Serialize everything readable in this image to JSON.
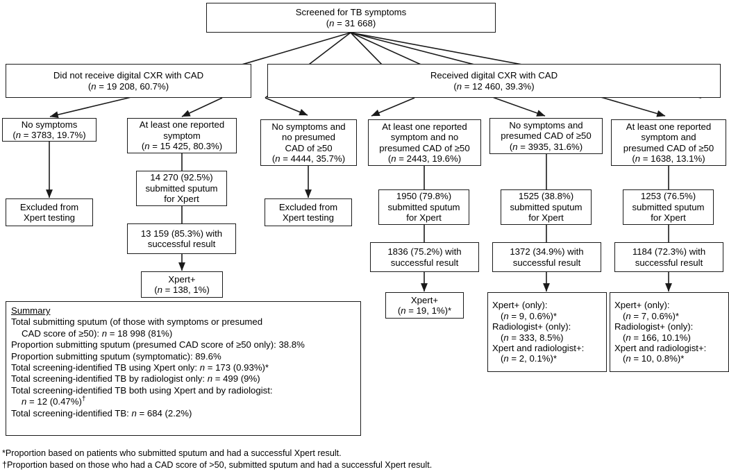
{
  "figure": {
    "type": "flowchart",
    "description": "TB screening cascade flow diagram"
  },
  "nodes": {
    "screened": {
      "name": "screened-for-tb-symptoms",
      "lines": [
        "Screened for TB symptoms",
        "(n = 31 668)"
      ]
    },
    "no_cxr": {
      "name": "did-not-receive-cxr-cad",
      "lines": [
        "Did not receive digital CXR with CAD",
        "(n = 19 208, 60.7%)"
      ]
    },
    "received_cxr": {
      "name": "received-cxr-cad",
      "lines": [
        "Received digital CXR with CAD",
        "(n = 12 460, 39.3%)"
      ]
    },
    "c1": {
      "name": "no-symptoms",
      "lines": [
        "No symptoms",
        "(n = 3783, 19.7%)"
      ]
    },
    "c2": {
      "name": "at-least-one-reported-symptom",
      "lines": [
        "At least one reported",
        "symptom",
        "(n = 15 425, 80.3%)"
      ]
    },
    "c3": {
      "name": "no-symptoms-no-presumed-cad",
      "lines": [
        "No symptoms and",
        "no presumed",
        "CAD of ≥50",
        "(n = 4444, 35.7%)"
      ]
    },
    "c4": {
      "name": "symptom-no-presumed-cad",
      "lines": [
        "At least one reported",
        "symptom and no",
        "presumed CAD of ≥50",
        "(n = 2443, 19.6%)"
      ]
    },
    "c5": {
      "name": "no-symptoms-presumed-cad",
      "lines": [
        "No symptoms and",
        "presumed CAD of ≥50",
        "(n = 3935, 31.6%)"
      ]
    },
    "c6": {
      "name": "symptom-presumed-cad",
      "lines": [
        "At least one reported",
        "symptom and",
        "presumed CAD of ≥50",
        "(n = 1638, 13.1%)"
      ]
    },
    "excl1": {
      "name": "excluded-from-xpert-testing-1",
      "lines": [
        "Excluded from",
        "Xpert testing"
      ]
    },
    "excl2": {
      "name": "excluded-from-xpert-testing-2",
      "lines": [
        "Excluded from",
        "Xpert testing"
      ]
    },
    "s2": {
      "name": "submitted-sputum-c2",
      "lines": [
        "14 270 (92.5%)",
        "submitted sputum",
        "for Xpert"
      ]
    },
    "r2": {
      "name": "successful-result-c2",
      "lines": [
        "13 159 (85.3%) with",
        "successful result"
      ]
    },
    "x2": {
      "name": "xpert-positive-c2",
      "lines": [
        "Xpert+",
        "(n = 138, 1%)"
      ]
    },
    "s4": {
      "name": "submitted-sputum-c4",
      "lines": [
        "1950 (79.8%)",
        "submitted sputum",
        "for Xpert"
      ]
    },
    "r4": {
      "name": "successful-result-c4",
      "lines": [
        "1836 (75.2%) with",
        "successful result"
      ]
    },
    "x4": {
      "name": "xpert-positive-c4",
      "lines": [
        "Xpert+",
        "(n = 19, 1%)*"
      ]
    },
    "s5": {
      "name": "submitted-sputum-c5",
      "lines": [
        "1525 (38.8%)",
        "submitted sputum",
        "for Xpert"
      ]
    },
    "r5": {
      "name": "successful-result-c5",
      "lines": [
        "1372 (34.9%) with",
        "successful result"
      ]
    },
    "x5": {
      "name": "results-breakdown-c5",
      "lines": [
        "Xpert+ (only):",
        "(n = 9, 0.6%)*",
        "Radiologist+ (only):",
        "(n = 333, 8.5%)",
        "Xpert and radiologist+:",
        "(n = 2, 0.1%)*"
      ]
    },
    "s6": {
      "name": "submitted-sputum-c6",
      "lines": [
        "1253 (76.5%)",
        "submitted sputum",
        "for Xpert"
      ]
    },
    "r6": {
      "name": "successful-result-c6",
      "lines": [
        "1184 (72.3%) with",
        "successful result"
      ]
    },
    "x6": {
      "name": "results-breakdown-c6",
      "lines": [
        "Xpert+ (only):",
        "(n = 7, 0.6%)*",
        "Radiologist+ (only):",
        "(n = 166, 10.1%)",
        "Xpert and radiologist+:",
        "(n = 10, 0.8%)*"
      ]
    }
  },
  "summary": {
    "title": "Summary",
    "lines": [
      "Total submitting sputum (of those with symptoms or presumed",
      "CAD score of ≥50): n = 18 998 (81%)",
      "Proportion submitting sputum (presumed CAD score of ≥50 only): 38.8%",
      "Proportion submitting sputum (symptomatic): 89.6%",
      "Total screening-identified TB using Xpert only: n = 173 (0.93%)*",
      "Total screening-identified TB by radiologist only: n = 499 (9%)",
      "Total screening-identified TB both using Xpert and by radiologist:",
      "n = 12 (0.47%)†",
      "Total screening-identified TB: n = 684 (2.2%)"
    ]
  },
  "footnotes": [
    "*Proportion based on patients who submitted sputum and had a successful Xpert result.",
    "†Proportion based on those who had a CAD score of >50, submitted sputum and had a successful Xpert result."
  ],
  "colors": {
    "stroke": "#1a1a1a",
    "background": "#ffffff",
    "text": "#000000"
  }
}
